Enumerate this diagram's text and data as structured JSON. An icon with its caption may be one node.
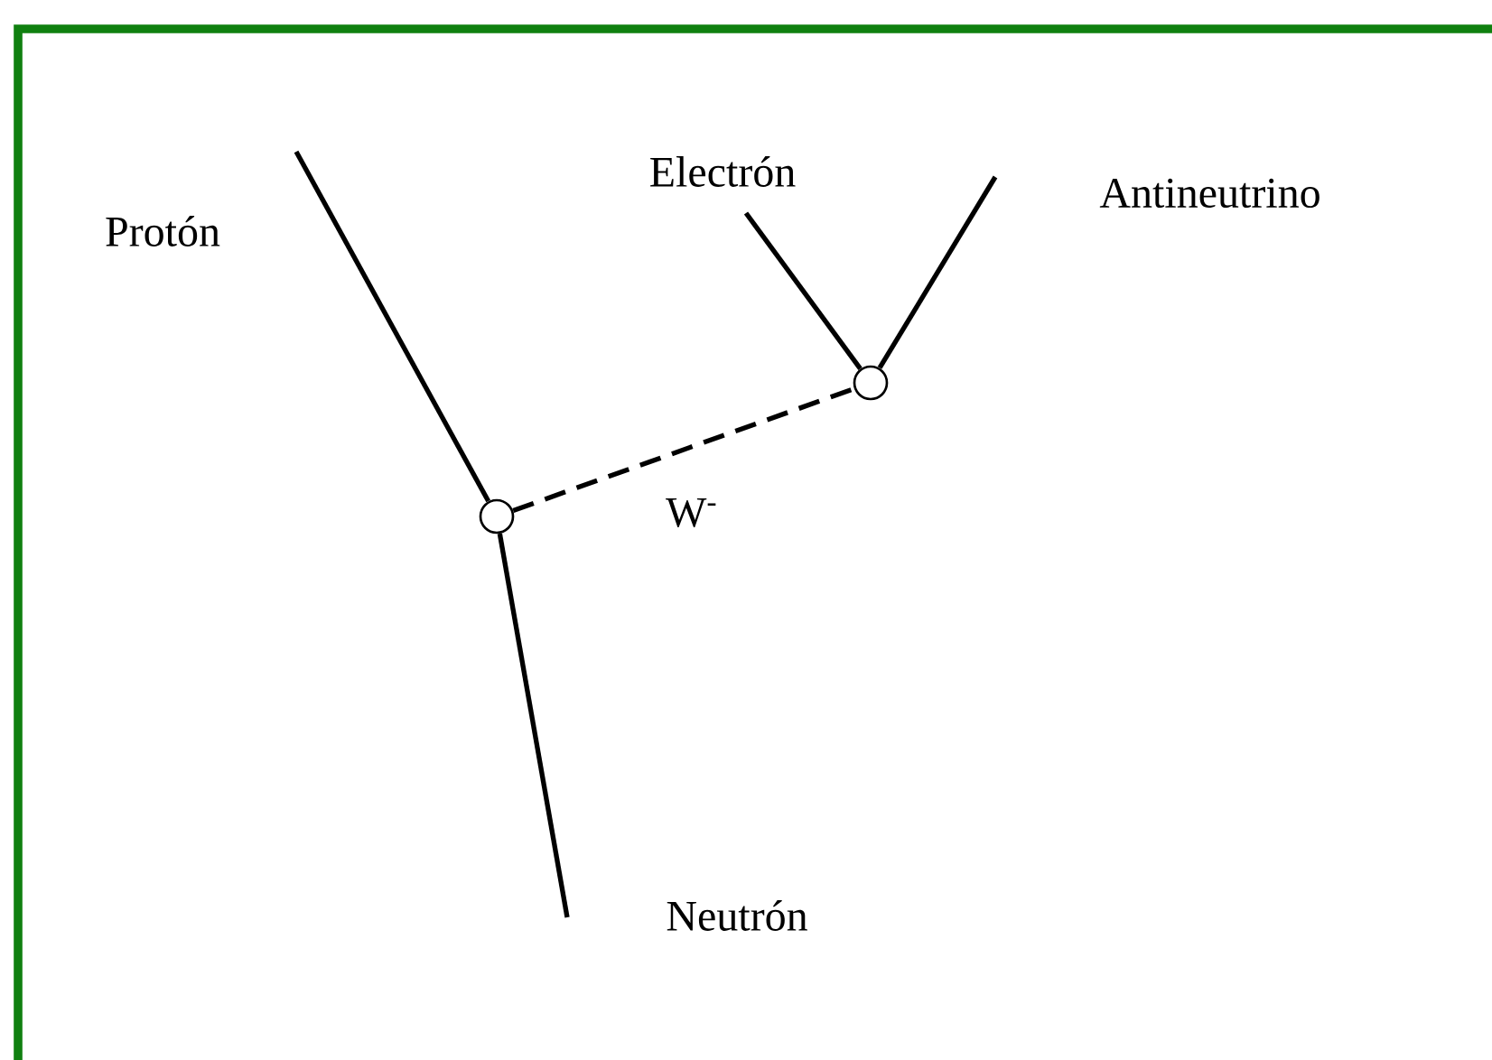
{
  "diagram": {
    "nodes": [
      {
        "text": [],
        "shape": "circle"
      },
      {
        "text": [],
        "shape": "circle"
      }
    ],
    "edges": [
      {
        "from": null,
        "to": 0,
        "arrow": "none",
        "label": "Protón"
      },
      {
        "from": 0,
        "to": null,
        "arrow": "none",
        "label": "Neutrón"
      },
      {
        "from": 0,
        "to": 1,
        "arrow": "none",
        "label": "W$^{-}$",
        "style": "dashed"
      },
      {
        "from": null,
        "to": 1,
        "arrow": "none",
        "label": "Electrón"
      },
      {
        "from": null,
        "to": 1,
        "arrow": "none",
        "label": "Antineutrino"
      }
    ]
  }
}
